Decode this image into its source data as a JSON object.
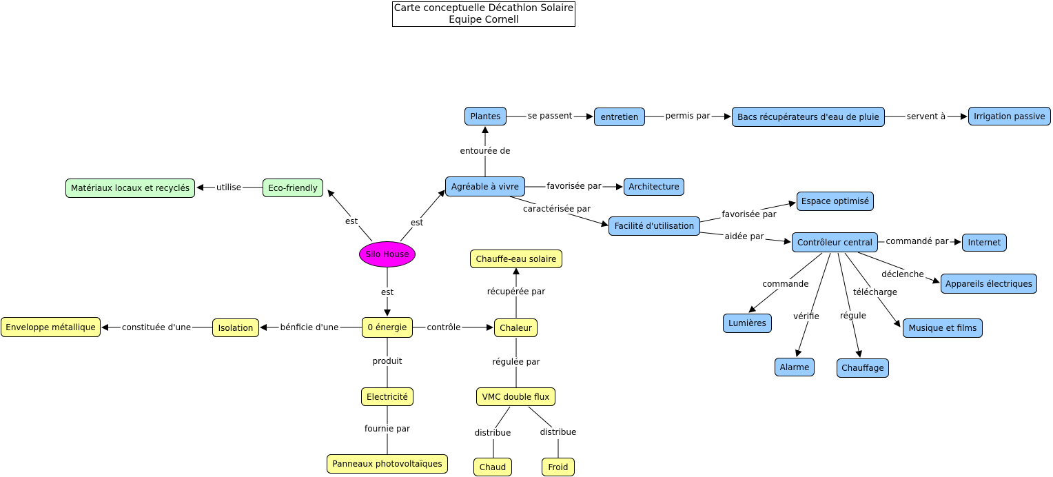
{
  "title": {
    "line1": "Carte conceptuelle Décathlon Solaire",
    "line2": "Equipe Cornell"
  },
  "colors": {
    "yellow": "#ffff99",
    "green": "#ccffcc",
    "blue": "#99ccff",
    "magenta": "#ff00ff"
  },
  "nodes": {
    "silo_house": "Silo House",
    "eco_friendly": "Eco-friendly",
    "materiaux": "Matériaux locaux et recyclés",
    "agreable": "Agréable à vivre",
    "plantes": "Plantes",
    "entretien": "entretien",
    "bacs": "Bacs récupérateurs d'eau de pluie",
    "irrigation": "Irrigation passive",
    "architecture": "Architecture",
    "facilite": "Facilité d'utilisation",
    "espace": "Espace optimisé",
    "controleur": "Contrôleur central",
    "internet": "Internet",
    "appareils": "Appareils électriques",
    "lumieres": "Lumières",
    "alarme": "Alarme",
    "chauffage": "Chauffage",
    "musique": "Musique et films",
    "zero_energie": "0 énergie",
    "isolation": "Isolation",
    "enveloppe": "Enveloppe métallique",
    "chaleur": "Chaleur",
    "chauffe_eau": "Chauffe-eau solaire",
    "electricite": "Electricité",
    "panneaux": "Panneaux photovoltaïques",
    "vmc": "VMC double flux",
    "chaud": "Chaud",
    "froid": "Froid"
  },
  "links": {
    "utilise": "utilise",
    "est_left": "est",
    "est_right": "est",
    "est_down": "est",
    "entouree_de": "entourée de",
    "se_passent": "se passent",
    "permis_par": "permis par",
    "servent_a": "servent à",
    "favorisee_par_archi": "favorisée par",
    "caracterisee_par": "caractérisée par",
    "favorisee_par_espace": "favorisée par",
    "aidee_par": "aidée par",
    "commande_par": "commandé par",
    "declenche": "déclenche",
    "commande": "commande",
    "verifie": "vérifie",
    "regule": "régule",
    "telecharge": "télécharge",
    "benficie_dune": "bénficie d'une",
    "constituee_dune": "constituée d'une",
    "controle": "contrôle",
    "recuperee_par": "récupérée par",
    "regulee_par": "régulée par",
    "produit": "produit",
    "fournie_par": "fournie par",
    "distribue_left": "distribue",
    "distribue_right": "distribue"
  }
}
